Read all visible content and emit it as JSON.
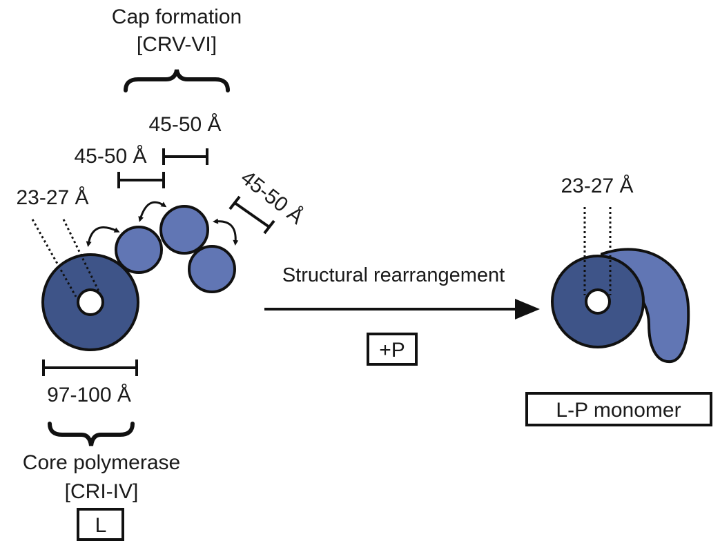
{
  "colors": {
    "core_fill": "#3e5488",
    "domain_fill": "#6176b4",
    "stroke": "#111111",
    "background": "#ffffff"
  },
  "left": {
    "cap_title": "Cap formation",
    "cap_subtitle": "[CRV-VI]",
    "dim_top": "45-50 Å",
    "dim_mid": "45-50 Å",
    "dim_diag": "45-50 Å",
    "core_hole_dim": "23-27 Å",
    "core_diameter": "97-100 Å",
    "core_title": "Core polymerase",
    "core_subtitle": "[CRI-IV]",
    "protein_box": "L"
  },
  "center": {
    "arrow_label": "Structural rearrangement",
    "box_label": "+P"
  },
  "right": {
    "hole_dim": "23-27 Å",
    "box_label": "L-P monomer"
  }
}
